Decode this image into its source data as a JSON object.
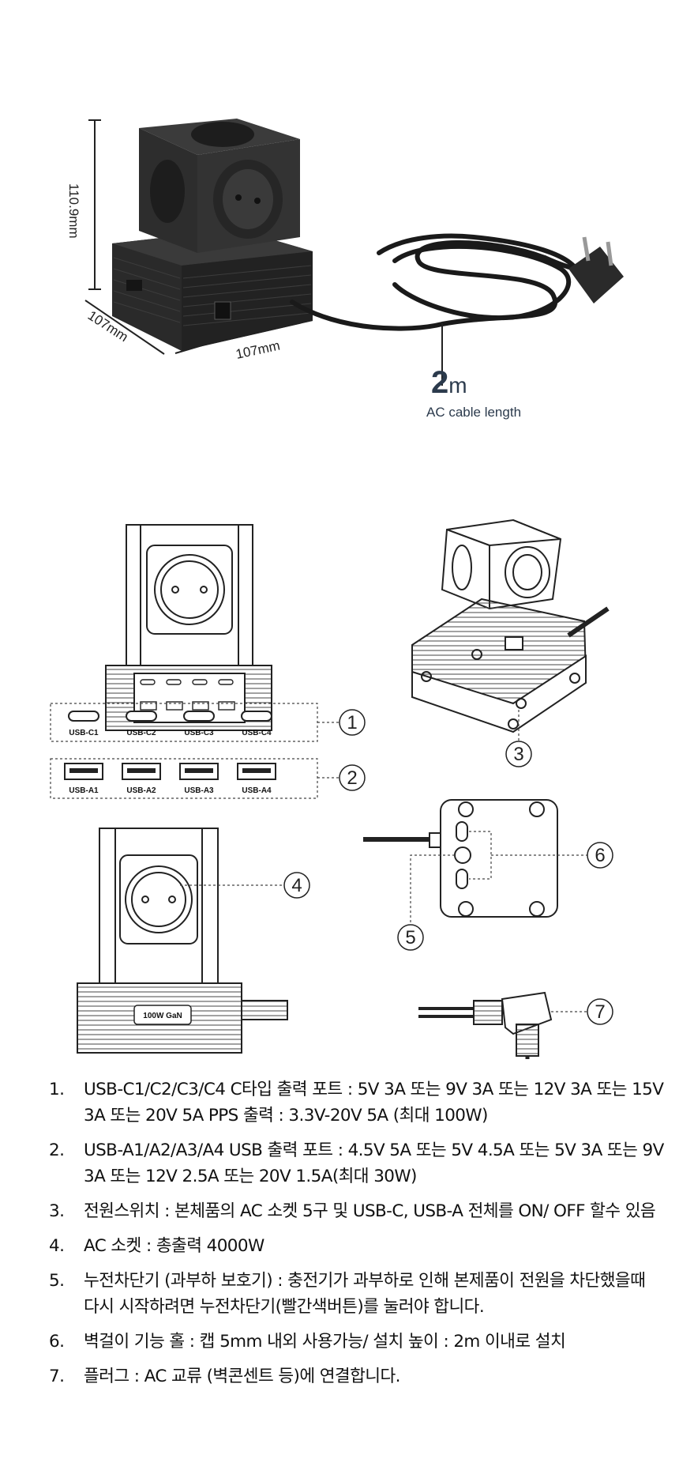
{
  "dimensions": {
    "height": "110.9mm",
    "depth": "107mm",
    "width": "107mm"
  },
  "cable": {
    "length_value": "2",
    "length_unit": "m",
    "caption": "AC cable length"
  },
  "usb_c_ports": [
    "USB-C1",
    "USB-C2",
    "USB-C3",
    "USB-C4"
  ],
  "usb_a_ports": [
    "USB-A1",
    "USB-A2",
    "USB-A3",
    "USB-A4"
  ],
  "callouts": [
    "1",
    "2",
    "3",
    "4",
    "5",
    "6",
    "7"
  ],
  "gan_badge": "100W GaN",
  "specs": [
    {
      "num": "1.",
      "text": "USB-C1/C2/C3/C4 C타입 출력 포트 : 5V 3A 또는 9V 3A 또는 12V 3A 또는 15V 3A 또는 20V 5A PPS 출력 : 3.3V-20V 5A (최대 100W)"
    },
    {
      "num": "2.",
      "text": "USB-A1/A2/A3/A4 USB 출력 포트 : 4.5V 5A 또는 5V 4.5A 또는 5V 3A 또는 9V 3A 또는 12V 2.5A 또는 20V 1.5A(최대 30W)"
    },
    {
      "num": "3.",
      "text": "전원스위치 : 본체품의 AC 소켓 5구 및 USB-C, USB-A 전체를 ON/ OFF 할수 있음"
    },
    {
      "num": "4.",
      "text": "AC 소켓 : 총출력 4000W"
    },
    {
      "num": "5.",
      "text": "누전차단기 (과부하 보호기) : 충전기가 과부하로 인해  본제품이 전원을 차단했을때 다시 시작하려면 누전차단기(빨간색버튼)를 눌러야 합니다."
    },
    {
      "num": "6.",
      "text": "벽걸이 기능 홀 : 캡 5mm 내외 사용가능/ 설치 높이 : 2m 이내로 설치"
    },
    {
      "num": "7.",
      "text": "플러그 : AC 교류 (벽콘센트 등)에 연결합니다."
    }
  ]
}
